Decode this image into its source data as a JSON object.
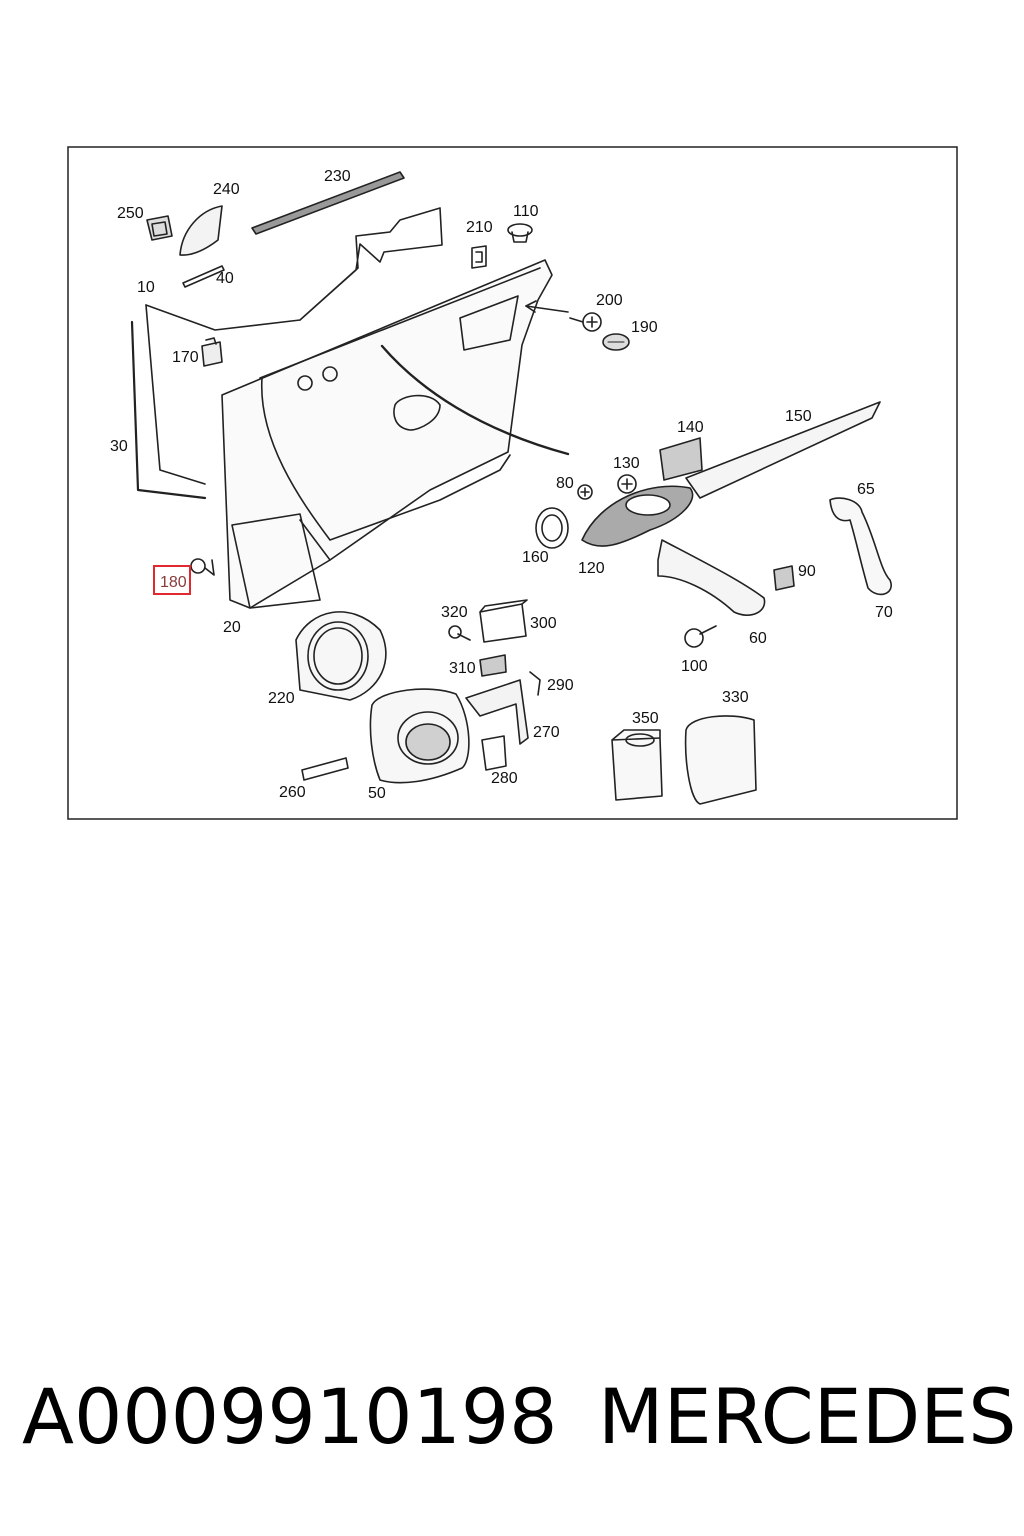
{
  "diagram": {
    "highlight_color": "#e0282e",
    "labels": [
      {
        "id": "250",
        "text": "250"
      },
      {
        "id": "240",
        "text": "240"
      },
      {
        "id": "230",
        "text": "230"
      },
      {
        "id": "210",
        "text": "210"
      },
      {
        "id": "110",
        "text": "110"
      },
      {
        "id": "10",
        "text": "10"
      },
      {
        "id": "40",
        "text": "40"
      },
      {
        "id": "200",
        "text": "200"
      },
      {
        "id": "190",
        "text": "190"
      },
      {
        "id": "170",
        "text": "170"
      },
      {
        "id": "30",
        "text": "30"
      },
      {
        "id": "140",
        "text": "140"
      },
      {
        "id": "150",
        "text": "150"
      },
      {
        "id": "130",
        "text": "130"
      },
      {
        "id": "80",
        "text": "80"
      },
      {
        "id": "65",
        "text": "65"
      },
      {
        "id": "160",
        "text": "160"
      },
      {
        "id": "120",
        "text": "120"
      },
      {
        "id": "90",
        "text": "90"
      },
      {
        "id": "180",
        "text": "180",
        "highlighted": true
      },
      {
        "id": "20",
        "text": "20"
      },
      {
        "id": "70",
        "text": "70"
      },
      {
        "id": "320",
        "text": "320"
      },
      {
        "id": "300",
        "text": "300"
      },
      {
        "id": "60",
        "text": "60"
      },
      {
        "id": "100",
        "text": "100"
      },
      {
        "id": "220",
        "text": "220"
      },
      {
        "id": "310",
        "text": "310"
      },
      {
        "id": "290",
        "text": "290"
      },
      {
        "id": "330",
        "text": "330"
      },
      {
        "id": "350",
        "text": "350"
      },
      {
        "id": "270",
        "text": "270"
      },
      {
        "id": "280",
        "text": "280"
      },
      {
        "id": "260",
        "text": "260"
      },
      {
        "id": "50",
        "text": "50"
      }
    ]
  },
  "footer": {
    "part_number": "A0009910198",
    "brand": "MERCEDES"
  }
}
